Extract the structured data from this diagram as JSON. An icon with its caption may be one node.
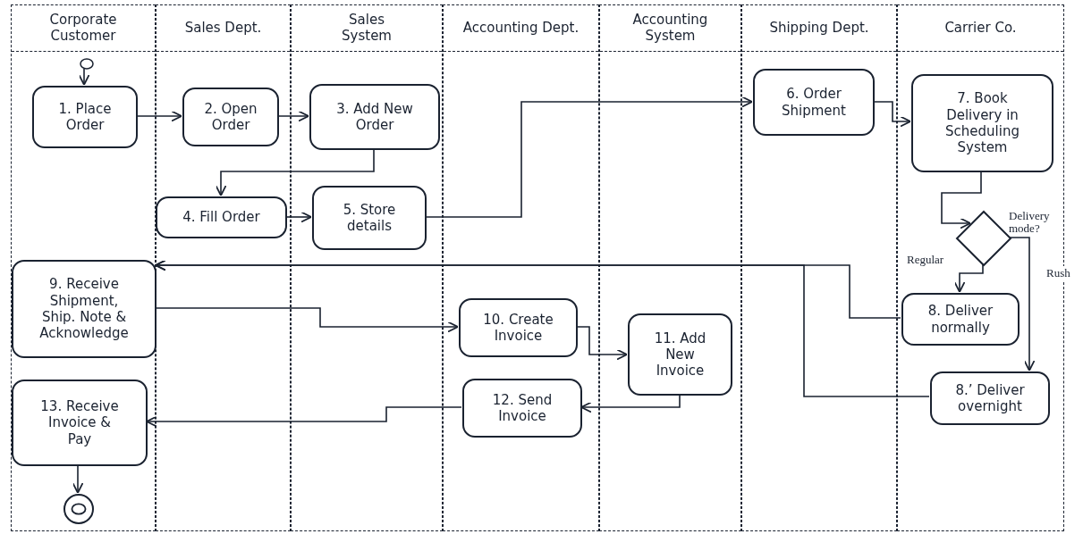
{
  "diagram": {
    "nodes": [
      {
        "text": [
          "Corporate Customer"
        ]
      },
      {
        "text": [
          "Sales Dept."
        ]
      },
      {
        "text": [
          "Sales System"
        ]
      },
      {
        "text": [
          "Accounting Dept."
        ]
      },
      {
        "text": [
          "Accounting System"
        ]
      },
      {
        "text": [
          "Shipping Dept."
        ]
      },
      {
        "text": [
          "Carrier Co."
        ]
      },
      {
        "text": [],
        "shape": "circle",
        "in": 0
      },
      {
        "text": [
          "1. Place Order"
        ],
        "in": 0
      },
      {
        "text": [
          "2. Open Order"
        ],
        "in": 1
      },
      {
        "text": [
          "3. Add New Order"
        ],
        "in": 2
      },
      {
        "text": [
          "4. Fill Order"
        ],
        "in": 1
      },
      {
        "text": [
          "5. Store details"
        ],
        "in": 2
      },
      {
        "text": [
          "6. Order Shipment"
        ],
        "in": 5
      },
      {
        "text": [
          "7. Book Delivery in Scheduling System"
        ],
        "in": 6
      },
      {
        "text": [],
        "shape": "diamond",
        "in": 6,
        "beside": [
          "Delivery mode?"
        ]
      },
      {
        "text": [
          "9. Receive Shipment, Ship. Note & Acknowledge"
        ],
        "in": 0
      },
      {
        "text": [
          "8. Deliver normally"
        ],
        "in": 6
      },
      {
        "text": [
          "10. Create Invoice"
        ],
        "in": 3
      },
      {
        "text": [
          "11. Add New Invoice"
        ],
        "in": 4
      },
      {
        "text": [
          "8.’ Deliver overnight"
        ],
        "in": 6
      },
      {
        "text": [
          "13. Receive Invoice & Pay"
        ],
        "in": 0
      },
      {
        "text": [
          "12. Send Invoice"
        ],
        "in": 3
      },
      {
        "text": [],
        "shape": "circle",
        "in": 0
      }
    ],
    "edges": [
      {
        "from": 7,
        "to": 8,
        "arrow": "to"
      },
      {
        "from": 8,
        "to": 9,
        "arrow": "to"
      },
      {
        "from": 9,
        "to": 10,
        "arrow": "to"
      },
      {
        "from": 10,
        "to": 11,
        "arrow": "to"
      },
      {
        "from": 11,
        "to": 12,
        "arrow": "to"
      },
      {
        "from": 12,
        "to": 13,
        "arrow": "to"
      },
      {
        "from": 13,
        "to": 14,
        "arrow": "to"
      },
      {
        "from": 14,
        "to": 15,
        "arrow": "to"
      },
      {
        "from": 15,
        "to": 17,
        "arrow": "to",
        "label": "Regular"
      },
      {
        "from": 15,
        "to": 20,
        "arrow": "to",
        "label": "Rush"
      },
      {
        "from": 17,
        "to": 16,
        "arrow": "to"
      },
      {
        "from": 20,
        "to": 16,
        "arrow": "to"
      },
      {
        "from": 16,
        "to": 18,
        "arrow": "to"
      },
      {
        "from": 18,
        "to": 19,
        "arrow": "to"
      },
      {
        "from": 19,
        "to": 22,
        "arrow": "to"
      },
      {
        "from": 22,
        "to": 21,
        "arrow": "to"
      },
      {
        "from": 21,
        "to": 23,
        "arrow": "to"
      }
    ]
  }
}
